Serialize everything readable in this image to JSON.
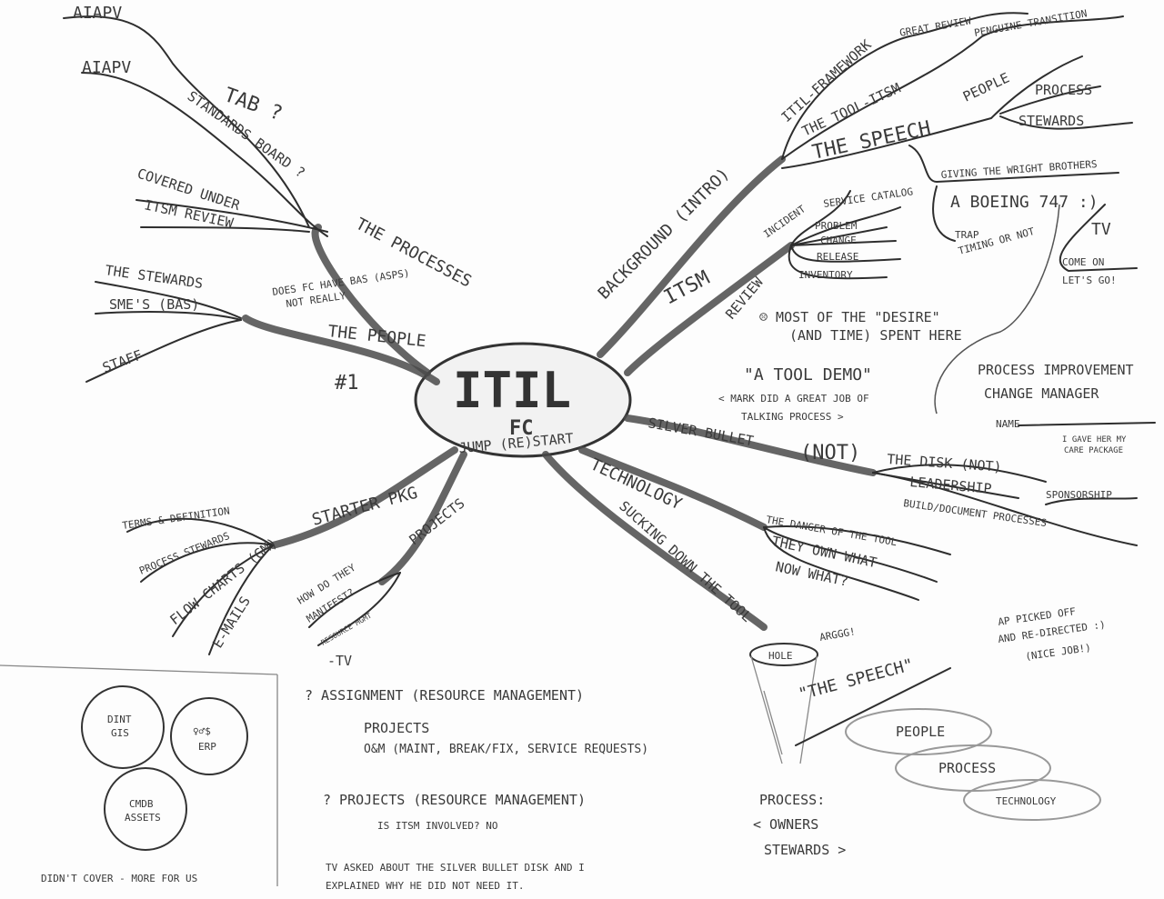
{
  "center": {
    "title": "ITIL",
    "subtitle": "FC",
    "tagline": "JUMP (RE)START"
  },
  "top_left": {
    "aiapv_1": "AIAPV",
    "aiapv_2": "AIAPV",
    "tab": "TAB ?",
    "standards_board": "STANDARDS BOARD ?",
    "covered_under": "COVERED UNDER",
    "itsm_review": "ITSM REVIEW",
    "the_processes": "THE PROCESSES"
  },
  "people_branch": {
    "title": "THE PEOPLE",
    "stewards": "THE STEWARDS",
    "smes": "SME'S (BAS)",
    "staff": "STAFF",
    "question": "DOES FC HAVE BAS (ASPS)",
    "answer": "NOT REALLY",
    "rank": "#1"
  },
  "background_branch": {
    "title": "BACKGROUND (INTRO)",
    "itil_framework": "ITIL-FRAMEWORK",
    "great_review": "GREAT REVIEW",
    "the_tool": "THE TOOL-ITSM",
    "penguine": "PENGUINE TRANSITION",
    "the_speech": "THE SPEECH",
    "people": "PEOPLE",
    "process": "PROCESS",
    "stewards": "STEWARDS",
    "wright": "GIVING THE WRIGHT BROTHERS",
    "boeing": "A BOEING 747 :)",
    "trap": "TRAP",
    "timing": "TIMING OR NOT",
    "tv": "TV",
    "come_on": "COME ON",
    "lets_go": "LET'S GO!"
  },
  "itsm_branch": {
    "title": "ITSM",
    "subtitle": "REVIEW",
    "items": [
      "INCIDENT",
      "SERVICE CATALOG",
      "PROBLEM",
      "CHANGE",
      "RELEASE",
      "INVENTORY"
    ],
    "most_of": "☹ MOST OF THE \"DESIRE\"",
    "spent": "(AND TIME) SPENT HERE"
  },
  "demo": {
    "title": "\"A TOOL DEMO\"",
    "note_1": "< MARK DID A GREAT JOB OF",
    "note_2": "TALKING PROCESS >"
  },
  "process_improvement": {
    "title": "PROCESS IMPROVEMENT",
    "role": "CHANGE MANAGER",
    "name_label": "NAME",
    "gave_1": "I GAVE HER MY",
    "gave_2": "CARE PACKAGE"
  },
  "silver_bullet": {
    "title": "SILVER BULLET",
    "not": "(NOT)",
    "disk": "THE DISK (NOT)",
    "leadership": "LEADERSHIP",
    "sponsorship": "SPONSORSHIP",
    "build": "BUILD/DOCUMENT PROCESSES"
  },
  "technology": {
    "title": "TECHNOLOGY",
    "danger": "THE DANGER OF THE TOOL",
    "own": "THEY OWN WHAT",
    "now": "NOW WHAT?",
    "sucking": "SUCKING DOWN THE TOOL",
    "hole": "HOLE",
    "arg": "ARGGG!"
  },
  "starter": {
    "title": "STARTER PKG",
    "terms": "TERMS & DEFINITION",
    "stewards": "PROCESS STEWARDS",
    "flow": "FLOW CHARTS (GM)",
    "emails": "E-MAILS",
    "projects": "PROJECTS",
    "how_1": "HOW DO THEY",
    "how_2": "MANIFEST?",
    "resource": "RESOURCE MGMT",
    "tv": "-TV"
  },
  "box": {
    "dint": "DINT",
    "gis": "GIS",
    "erp_sym": "♀♂$",
    "erp": "ERP",
    "cmdb": "CMDB",
    "assets": "ASSETS",
    "caption": "DIDN'T COVER - MORE FOR US"
  },
  "notes": {
    "assignment": "?  ASSIGNMENT (RESOURCE MANAGEMENT)",
    "projects": "PROJECTS",
    "om": "O&M (MAINT, BREAK/FIX, SERVICE REQUESTS)",
    "projects_q": "?  PROJECTS (RESOURCE MANAGEMENT)",
    "itsm_involved": "IS ITSM INVOLVED? NO",
    "tv_1": "TV ASKED ABOUT THE SILVER BULLET DISK AND I",
    "tv_2": "EXPLAINED WHY HE DID NOT NEED IT."
  },
  "speech_bottom": {
    "title": "\"THE SPEECH\"",
    "ap_1": "AP PICKED OFF",
    "ap_2": "AND RE-DIRECTED :)",
    "ap_3": "(NICE JOB!)",
    "people": "PEOPLE",
    "process": "PROCESS",
    "technology": "TECHNOLOGY",
    "proc_label": "PROCESS:",
    "owners": "< OWNERS",
    "stewards": "STEWARDS >"
  }
}
